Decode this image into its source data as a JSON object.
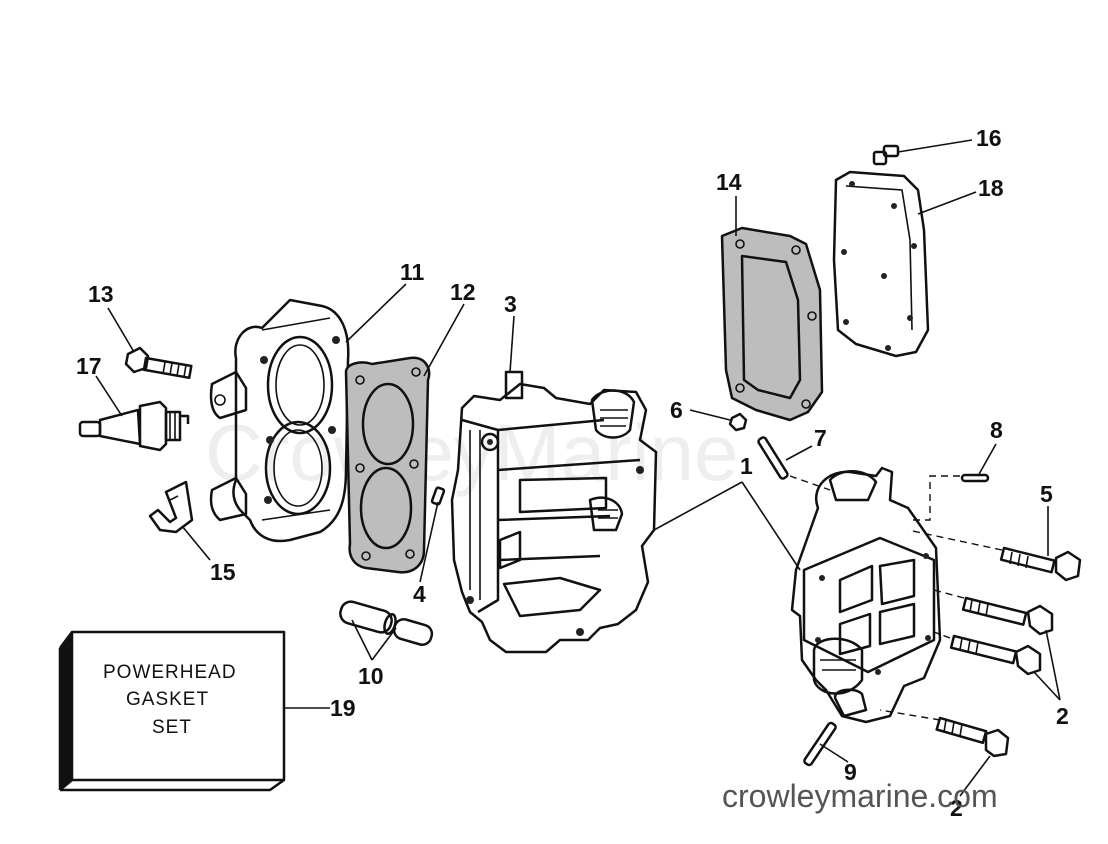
{
  "diagram": {
    "watermark": "CrowleyMarine",
    "site_label": "crowleymarine.com",
    "gasket_box": {
      "lines": [
        "POWERHEAD",
        "GASKET",
        "SET"
      ]
    },
    "callouts": {
      "c1": "1",
      "c2a": "2",
      "c2b": "2",
      "c3": "3",
      "c4": "4",
      "c5": "5",
      "c6": "6",
      "c7": "7",
      "c8": "8",
      "c9": "9",
      "c10": "10",
      "c11": "11",
      "c12": "12",
      "c13": "13",
      "c14": "14",
      "c15": "15",
      "c16": "16",
      "c17": "17",
      "c18": "18",
      "c19": "19"
    }
  }
}
